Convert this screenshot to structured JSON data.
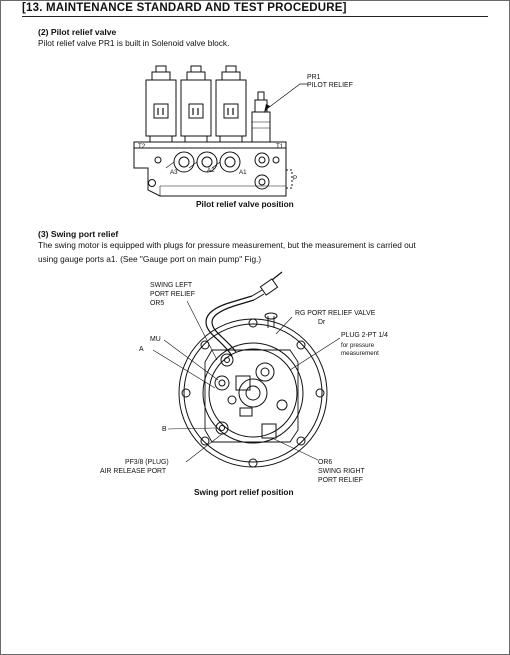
{
  "header": {
    "title": "[13.  MAINTENANCE STANDARD AND TEST PROCEDURE]"
  },
  "section1": {
    "heading": "(2)  Pilot relief valve",
    "body": "Pilot relief valve PR1 is built in Solenoid valve block.",
    "caption": "Pilot relief valve position",
    "labels": {
      "pr1": "PR1",
      "pilot_relief": "PILOT RELIEF",
      "t2": "T2",
      "t1": "T1",
      "a3": "A3",
      "a2": "A2",
      "a1": "A1",
      "p": "P"
    }
  },
  "section2": {
    "heading": "(3)  Swing port relief",
    "body_line1": "The swing motor is equipped with plugs for pressure measurement, but the measurement is carried out",
    "body_line2": "using gauge ports a1. (See \"Gauge port on main pump\" Fig.)",
    "caption": "Swing port relief position",
    "labels": {
      "swing_left_1": "SWING LEFT",
      "swing_left_2": "PORT RELIEF",
      "or5": "OR5",
      "rg": "RG PORT RELIEF VALVE",
      "dr": "Dr",
      "plug_1": "PLUG 2-PT 1/4",
      "plug_2": "for pressure",
      "plug_3": "measurement",
      "mu": "MU",
      "a": "A",
      "b": "B",
      "pf_1": "PF3/8 (PLUG)",
      "pf_2": "AIR RELEASE PORT",
      "or6": "OR6",
      "swing_right_1": "SWING RIGHT",
      "swing_right_2": "PORT RELIEF"
    }
  }
}
